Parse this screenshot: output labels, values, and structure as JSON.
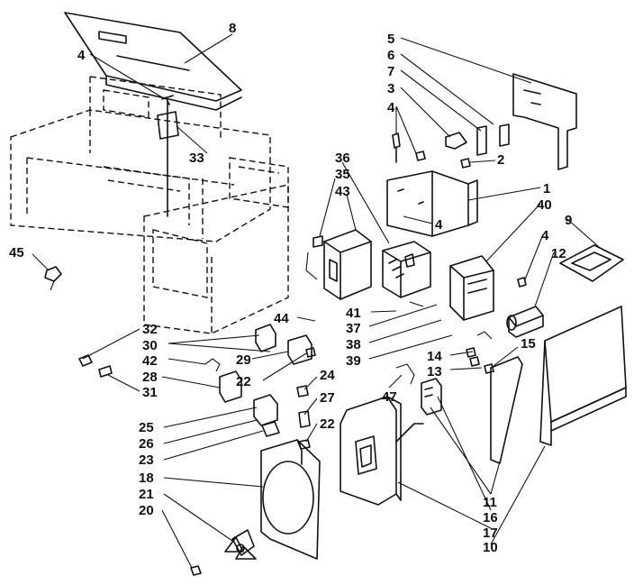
{
  "diagram": {
    "callouts": [
      {
        "id": "c8",
        "label": "8"
      },
      {
        "id": "c4a",
        "label": "4"
      },
      {
        "id": "c33",
        "label": "33"
      },
      {
        "id": "c45",
        "label": "45"
      },
      {
        "id": "c5",
        "label": "5"
      },
      {
        "id": "c6",
        "label": "6"
      },
      {
        "id": "c7",
        "label": "7"
      },
      {
        "id": "c3",
        "label": "3"
      },
      {
        "id": "c4b",
        "label": "4"
      },
      {
        "id": "c2",
        "label": "2"
      },
      {
        "id": "c1",
        "label": "1"
      },
      {
        "id": "c40",
        "label": "40"
      },
      {
        "id": "c9",
        "label": "9"
      },
      {
        "id": "c4c",
        "label": "4"
      },
      {
        "id": "c12",
        "label": "12"
      },
      {
        "id": "c4d",
        "label": "4"
      },
      {
        "id": "c36",
        "label": "36"
      },
      {
        "id": "c35",
        "label": "35"
      },
      {
        "id": "c43",
        "label": "43"
      },
      {
        "id": "c44",
        "label": "44"
      },
      {
        "id": "c41",
        "label": "41"
      },
      {
        "id": "c37",
        "label": "37"
      },
      {
        "id": "c38",
        "label": "38"
      },
      {
        "id": "c39",
        "label": "39"
      },
      {
        "id": "c14",
        "label": "14"
      },
      {
        "id": "c13",
        "label": "13"
      },
      {
        "id": "c15",
        "label": "15"
      },
      {
        "id": "c32",
        "label": "32"
      },
      {
        "id": "c30",
        "label": "30"
      },
      {
        "id": "c42",
        "label": "42"
      },
      {
        "id": "c29",
        "label": "29"
      },
      {
        "id": "c22a",
        "label": "22"
      },
      {
        "id": "c24",
        "label": "24"
      },
      {
        "id": "c28",
        "label": "28"
      },
      {
        "id": "c31",
        "label": "31"
      },
      {
        "id": "c27",
        "label": "27"
      },
      {
        "id": "c47",
        "label": "47"
      },
      {
        "id": "c22b",
        "label": "22"
      },
      {
        "id": "c25",
        "label": "25"
      },
      {
        "id": "c26",
        "label": "26"
      },
      {
        "id": "c23",
        "label": "23"
      },
      {
        "id": "c18",
        "label": "18"
      },
      {
        "id": "c21",
        "label": "21"
      },
      {
        "id": "c20",
        "label": "20"
      },
      {
        "id": "c11",
        "label": "11"
      },
      {
        "id": "c16",
        "label": "16"
      },
      {
        "id": "c17",
        "label": "17"
      },
      {
        "id": "c10",
        "label": "10"
      }
    ]
  }
}
